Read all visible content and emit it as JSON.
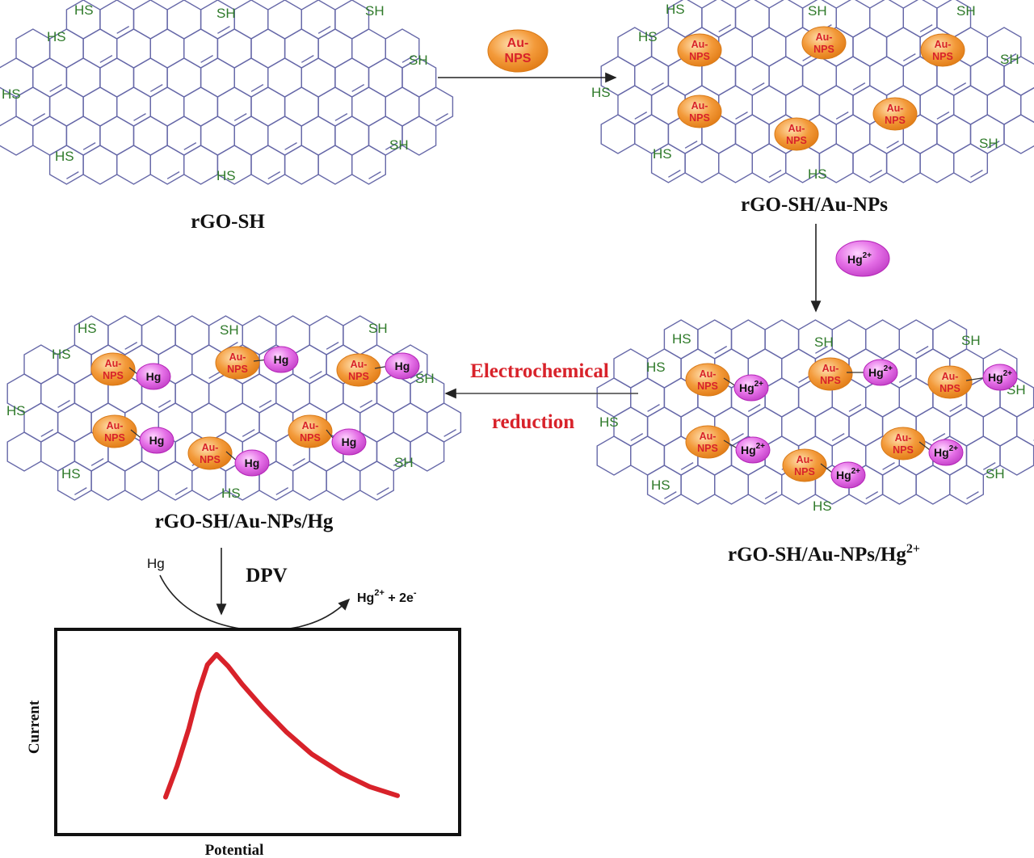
{
  "labels": {
    "sh": "SH",
    "hs": "HS",
    "au_line1": "Au-",
    "au_line2": "NPS",
    "hg": "Hg",
    "hg2_base": "Hg",
    "hg2_charge": "2+",
    "caption_rgo": "rGO-SH",
    "caption_au": "rGO-SH/Au-NPs",
    "caption_hg2_base": "rGO-SH/Au-NPs/Hg",
    "caption_hg2_charge": "2+",
    "caption_hg": "rGO-SH/Au-NPs/Hg",
    "electro_1": "Electrochemical",
    "electro_2": "reduction",
    "dpv": "DPV",
    "hg_left": "Hg",
    "ox_hg": "Hg",
    "ox_charge": "2+",
    "ox_tail": " + 2e",
    "ox_minus": "-",
    "ylabel": "Current",
    "xlabel": "Potential"
  },
  "colors": {
    "sheet": "#6668a8",
    "thiol": "#2f7a2a",
    "au_np": "#f39a3a",
    "hg": "#e46ee6",
    "red_text": "#d8222a",
    "curve": "#d8222a"
  },
  "chart_data": {
    "type": "line",
    "xlabel": "Potential",
    "ylabel": "Current",
    "curve": [
      {
        "x": 0.0,
        "y": 0.04
      },
      {
        "x": 0.05,
        "y": 0.25
      },
      {
        "x": 0.1,
        "y": 0.5
      },
      {
        "x": 0.14,
        "y": 0.74
      },
      {
        "x": 0.18,
        "y": 0.93
      },
      {
        "x": 0.22,
        "y": 1.0
      },
      {
        "x": 0.27,
        "y": 0.92
      },
      {
        "x": 0.33,
        "y": 0.8
      },
      {
        "x": 0.42,
        "y": 0.64
      },
      {
        "x": 0.52,
        "y": 0.48
      },
      {
        "x": 0.63,
        "y": 0.33
      },
      {
        "x": 0.76,
        "y": 0.2
      },
      {
        "x": 0.88,
        "y": 0.11
      },
      {
        "x": 1.0,
        "y": 0.05
      }
    ]
  }
}
